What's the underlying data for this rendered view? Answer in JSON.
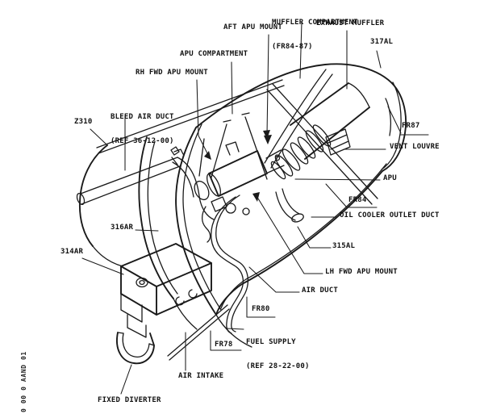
{
  "diagram": {
    "subject": "APU compartment cutaway illustration",
    "colors": {
      "ink": "#1a1a1a",
      "background": "#ffffff"
    },
    "labels": {
      "muffler_compartment": {
        "line1": "MUFFLER COMPARTMENT",
        "line2": "(FR84-87)"
      },
      "aft_apu_mount": "AFT APU MOUNT",
      "exhaust_muffler": "EXHAUST MUFFLER",
      "panel_317al": "317AL",
      "apu_compartment": "APU COMPARTMENT",
      "rh_fwd_apu_mount": "RH FWD APU MOUNT",
      "bleed_air_duct": {
        "line1": "BLEED AIR DUCT",
        "line2": "(REF 36-12-00)"
      },
      "zone_z310": "Z310",
      "panel_316ar": "316AR",
      "panel_314ar": "314AR",
      "frame_fr87": "FR87",
      "vent_louvre": "VENT LOUVRE",
      "apu": "APU",
      "frame_fr84": "FR84",
      "oil_cooler_outlet_duct": "OIL COOLER OUTLET DUCT",
      "panel_315al": "315AL",
      "lh_fwd_apu_mount": "LH FWD APU MOUNT",
      "air_duct": "AIR DUCT",
      "frame_fr80": "FR80",
      "fuel_supply": {
        "line1": "FUEL SUPPLY",
        "line2": "(REF 28-22-00)"
      },
      "frame_fr78": "FR78",
      "air_intake": "AIR INTAKE",
      "fixed_diverter": "FIXED DIVERTER",
      "doc_code": "0 00 0 AAND 01"
    }
  }
}
